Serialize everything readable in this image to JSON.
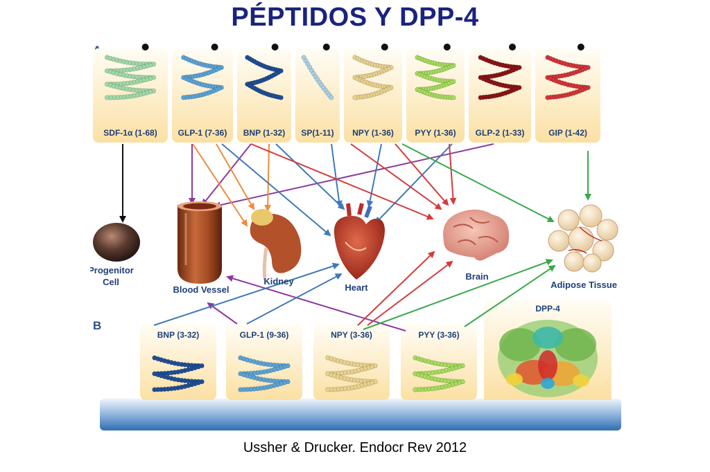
{
  "title": "PÉPTIDOS Y DPP-4",
  "citation": "Ussher & Drucker. Endocr Rev 2012",
  "panel_a": {
    "label": "A",
    "peptides": [
      {
        "label": "SDF-1α (1-68)",
        "color": "#9fd9a8",
        "icon": "peptide-coil-icon"
      },
      {
        "label": "GLP-1 (7-36)",
        "color": "#5aa3d6",
        "icon": "peptide-coil-icon"
      },
      {
        "label": "BNP (1-32)",
        "color": "#1f4e96",
        "icon": "peptide-coil-icon"
      },
      {
        "label": "SP(1-11)",
        "color": "#a9cfe6",
        "icon": "peptide-coil-icon"
      },
      {
        "label": "NPY (1-36)",
        "color": "#e8d28c",
        "icon": "peptide-coil-icon"
      },
      {
        "label": "PYY (1-36)",
        "color": "#a6dc5e",
        "icon": "peptide-coil-icon"
      },
      {
        "label": "GLP-2 (1-33)",
        "color": "#8a1416",
        "icon": "peptide-coil-icon"
      },
      {
        "label": "GIP (1-42)",
        "color": "#d2343a",
        "icon": "peptide-coil-icon"
      }
    ]
  },
  "organs": {
    "progenitor": {
      "label_line1": "Progenitor",
      "label_line2": "Cell",
      "icon": "progenitor-cell-icon"
    },
    "vessel": {
      "label": "Blood Vessel",
      "icon": "blood-vessel-icon"
    },
    "kidney": {
      "label": "Kidney",
      "icon": "kidney-icon"
    },
    "heart": {
      "label": "Heart",
      "icon": "heart-icon"
    },
    "brain": {
      "label": "Brain",
      "icon": "brain-icon"
    },
    "adipose": {
      "label": "Adipose Tissue",
      "icon": "adipose-tissue-icon"
    }
  },
  "panel_b": {
    "label": "B",
    "peptides": [
      {
        "label": "BNP (3-32)",
        "color": "#1f4e96",
        "icon": "peptide-coil-icon"
      },
      {
        "label": "GLP-1 (9-36)",
        "color": "#5aa3d6",
        "icon": "peptide-coil-icon"
      },
      {
        "label": "NPY (3-36)",
        "color": "#e8d28c",
        "icon": "peptide-coil-icon"
      },
      {
        "label": "PYY (3-36)",
        "color": "#a6dc5e",
        "icon": "peptide-coil-icon"
      }
    ],
    "enzyme": {
      "label": "DPP-4",
      "icon": "dpp4-enzyme-icon"
    }
  }
}
